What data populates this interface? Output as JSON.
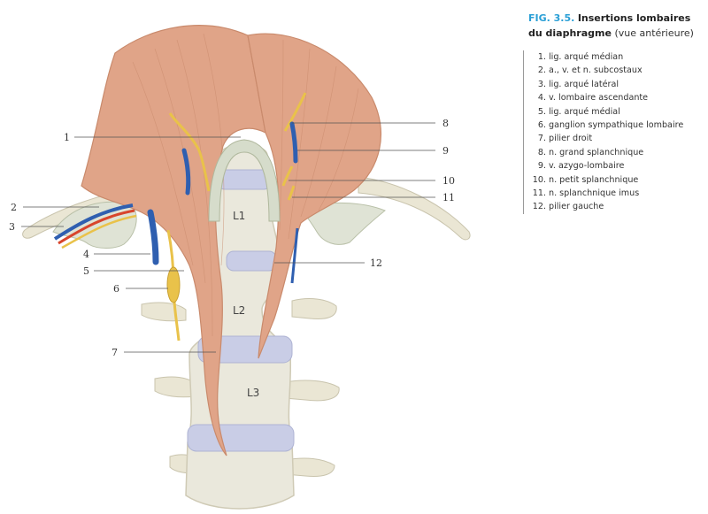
{
  "caption": {
    "fig_number": "FIG. 3.5.",
    "title": "Insertions lombaires du diaphragme",
    "subtitle": "(vue antérieure)"
  },
  "legend": [
    {
      "num": "1.",
      "text": "lig. arqué médian"
    },
    {
      "num": "2.",
      "text": "a., v. et n. subcostaux"
    },
    {
      "num": "3.",
      "text": "lig. arqué latéral"
    },
    {
      "num": "4.",
      "text": "v. lombaire ascendante"
    },
    {
      "num": "5.",
      "text": "lig. arqué médial"
    },
    {
      "num": "6.",
      "text": "ganglion sympathique lombaire"
    },
    {
      "num": "7.",
      "text": "pilier droit"
    },
    {
      "num": "8.",
      "text": "n. grand splanchnique"
    },
    {
      "num": "9.",
      "text": "v. azygo-lombaire"
    },
    {
      "num": "10.",
      "text": "n. petit splanchnique"
    },
    {
      "num": "11.",
      "text": "n. splanchnique imus"
    },
    {
      "num": "12.",
      "text": "pilier gauche"
    }
  ],
  "callouts": [
    "1",
    "2",
    "3",
    "4",
    "5",
    "6",
    "7",
    "8",
    "9",
    "10",
    "11",
    "12"
  ],
  "vertebrae": [
    "L1",
    "L2",
    "L3"
  ],
  "colors": {
    "muscle": "#e0a488",
    "muscle_dark": "#c98a6c",
    "bone": "#eae8dc",
    "disc": "#c9cde6",
    "ligament": "#d6dccb",
    "vein": "#2f5fb0",
    "artery": "#d8452c",
    "nerve": "#e9c24a"
  }
}
